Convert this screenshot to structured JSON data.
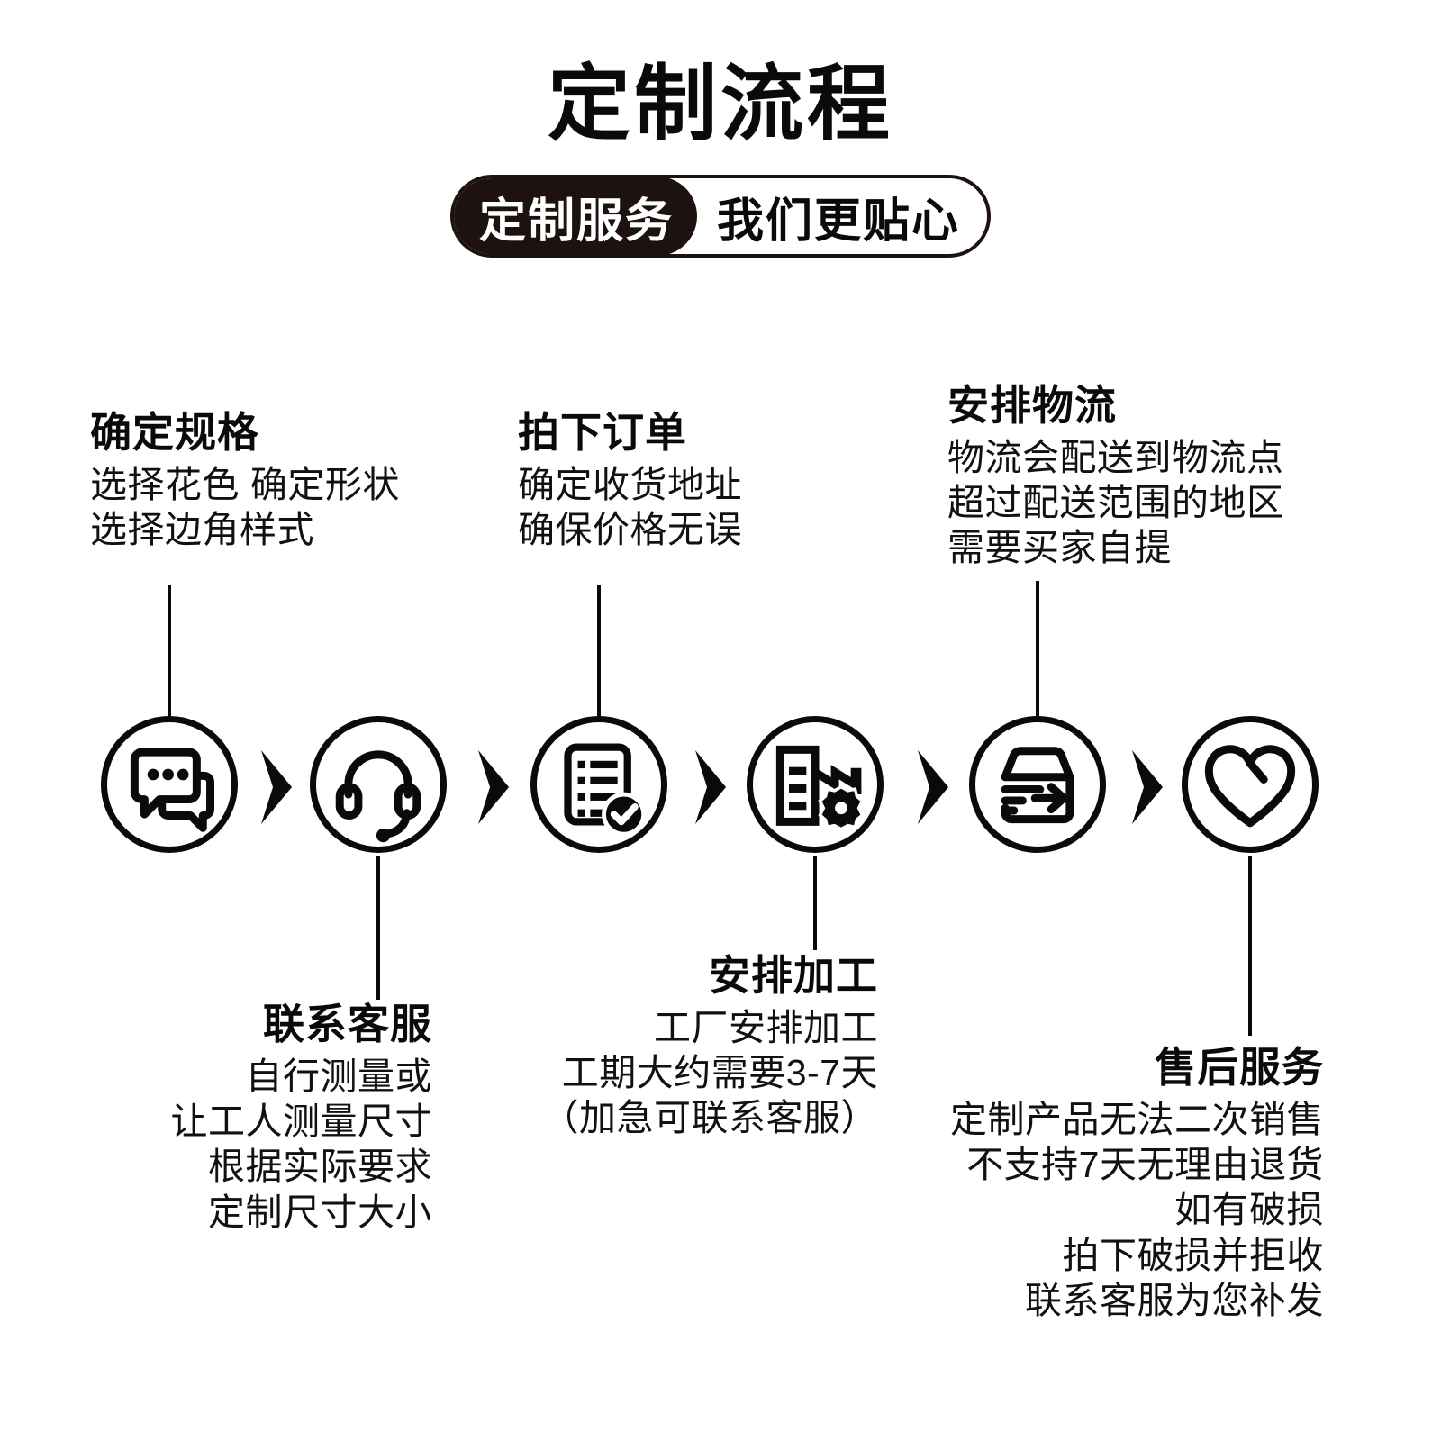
{
  "header": {
    "title": "定制流程",
    "badge_dark": "定制服务",
    "badge_light": "我们更贴心"
  },
  "colors": {
    "ink": "#0a0a0a",
    "badge_dark_bg": "#1d1210",
    "badge_text_on_dark": "#ffffff",
    "background": "#ffffff"
  },
  "flow": {
    "nodes": [
      {
        "icon": "chat-bubbles-icon",
        "step": 1
      },
      {
        "icon": "headset-icon",
        "step": 2
      },
      {
        "icon": "document-check-icon",
        "step": 3
      },
      {
        "icon": "factory-gear-icon",
        "step": 4
      },
      {
        "icon": "shipping-box-arrow-icon",
        "step": 5
      },
      {
        "icon": "heart-icon",
        "step": 6
      }
    ],
    "separator_icon": "chevron-right-icon",
    "separator_count": 5
  },
  "steps": [
    {
      "id": "step-1",
      "title": "确定规格",
      "lines": [
        "选择花色 确定形状",
        "选择边角样式"
      ],
      "position": "above",
      "align": "left"
    },
    {
      "id": "step-2",
      "title": "联系客服",
      "lines": [
        "自行测量或",
        "让工人测量尺寸",
        "根据实际要求",
        "定制尺寸大小"
      ],
      "position": "below",
      "align": "right"
    },
    {
      "id": "step-3",
      "title": "拍下订单",
      "lines": [
        "确定收货地址",
        "确保价格无误"
      ],
      "position": "above",
      "align": "left"
    },
    {
      "id": "step-4",
      "title": "安排加工",
      "lines": [
        "工厂安排加工",
        "工期大约需要3-7天",
        "（加急可联系客服）"
      ],
      "position": "below",
      "align": "right"
    },
    {
      "id": "step-5",
      "title": "安排物流",
      "lines": [
        "物流会配送到物流点",
        "超过配送范围的地区",
        "需要买家自提"
      ],
      "position": "above",
      "align": "left"
    },
    {
      "id": "step-6",
      "title": "售后服务",
      "lines": [
        "定制产品无法二次销售",
        "不支持7天无理由退货",
        "如有破损",
        "拍下破损并拒收",
        "联系客服为您补发"
      ],
      "position": "below",
      "align": "right"
    }
  ]
}
